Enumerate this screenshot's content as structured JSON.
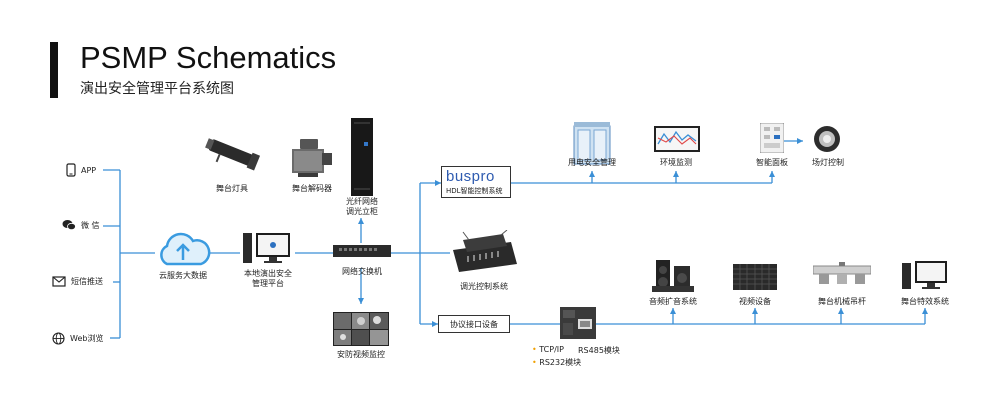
{
  "header": {
    "title": "PSMP Schematics",
    "subtitle": "演出安全管理平台系统图"
  },
  "left_inputs": [
    "APP",
    "微 信",
    "短信推送",
    "Web浏览"
  ],
  "nodes": {
    "stage_light": "舞台灯具",
    "stage_decoder": "舞台解码器",
    "fiber_cabinet_l1": "光纤网络",
    "fiber_cabinet_l2": "调光立柜",
    "cloud": "云服务大数据",
    "local_platform_l1": "本地演出安全",
    "local_platform_l2": "管理平台",
    "switch": "网络交换机",
    "cctv": "安防视频监控",
    "buspro_logo": "buspro",
    "buspro_label": "HDL智能控制系统",
    "power_safety": "用电安全管理",
    "env_monitor": "环境监测",
    "smart_panel": "智能面板",
    "venue_light": "场灯控制",
    "lighting_console": "调光控制系统",
    "protocol_iface": "协议接口设备",
    "audio": "音频扩音系统",
    "video": "视频设备",
    "stage_machinery": "舞台机械吊杆",
    "stage_effects": "舞台特效系统"
  },
  "modules": {
    "tcpip": "TCP/IP",
    "rs485": "RS485模块",
    "rs232": "RS232模块",
    "bullet": "•"
  },
  "colors": {
    "wire": "#3a8fd6",
    "accent": "#f0a000",
    "title_bar": "#111111"
  }
}
